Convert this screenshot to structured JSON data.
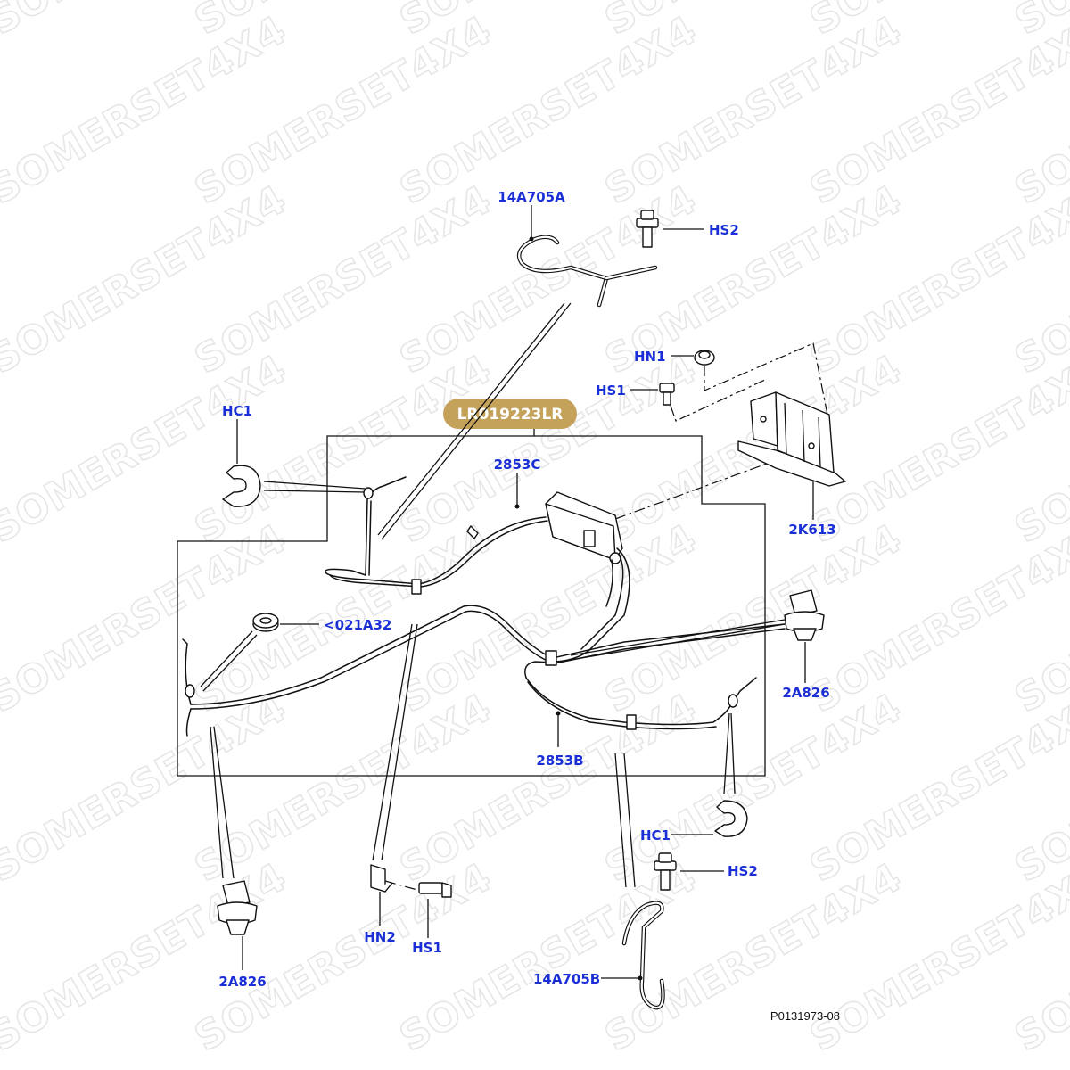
{
  "watermark": {
    "text": "SOMERSET4X4"
  },
  "badge": {
    "text": "LR019223LR",
    "color": "#c5a25a"
  },
  "reference": {
    "text": "P0131973-08"
  },
  "colors": {
    "label": "#1a2fd6",
    "line": "#111111"
  },
  "labels": {
    "hose_upper": "14A705A",
    "bolt_hs2_top": "HS2",
    "nut_hn1": "HN1",
    "bolt_hs1_top": "HS1",
    "clip_hc1_top": "HC1",
    "cable_2853c": "2853C",
    "bracket_2k613": "2K613",
    "grommet_021a32": "<021A32",
    "clip_2a826_right": "2A826",
    "cable_2853b": "2853B",
    "clip_hc1_bottom": "HC1",
    "bolt_hs2_bottom": "HS2",
    "clip_2a826_left": "2A826",
    "nut_hn2": "HN2",
    "bolt_hs1_bottom": "HS1",
    "hose_lower": "14A705B"
  }
}
